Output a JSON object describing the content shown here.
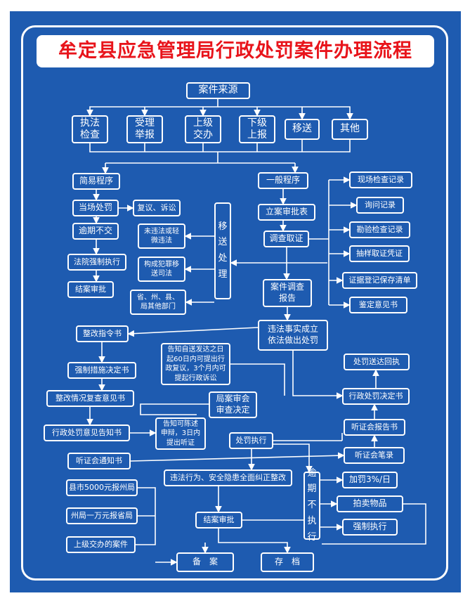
{
  "title": "牟定县应急管理局行政处罚案件办理流程",
  "nodes": {
    "source": "案件来源",
    "src_inspect": "执法\n检查",
    "src_report": "受理\n举报",
    "src_superior": "上级\n交办",
    "src_lower": "下级\n上报",
    "src_transfer": "移送",
    "src_other": "其他",
    "simple": "简易程序",
    "onsite": "当场处罚",
    "review": "复议、诉讼",
    "overdue": "逾期不交",
    "court": "法院强制执行",
    "close_simple": "结案审批",
    "no_violation": "未违法或轻\n微违法",
    "crime": "构成犯罪移\n送司法",
    "other_dept": "省、州、县、\n局其他部门",
    "transfer_handle": "移\n送\n处\n理",
    "general": "一般程序",
    "filing": "立案审批表",
    "investigate": "调查取证",
    "report": "案件调查\n报告",
    "rec_onsite": "现场检查记录",
    "rec_inquiry": "询问记录",
    "rec_survey": "勘验检查记录",
    "rec_sample": "抽样取证凭证",
    "rec_evidence": "证据登记保存清单",
    "rec_appraisal": "鉴定意见书",
    "facts": "违法事实成立\n依法做出处罚",
    "rectify_order": "整改指令书",
    "notice_rights": "告知自送发达之日\n起60日内可提出行\n政复议，3个月内可\n提起行政诉讼",
    "coercive": "强制措施决定书",
    "recheck": "整改情况复查意见书",
    "bureau_review": "局案审会\n审查决定",
    "opinion_notice": "行政处罚意见告知书",
    "statement": "告知可陈述\n申辩，3日内\n提出听证",
    "execute": "处罚执行",
    "hearing_notice": "听证会通知书",
    "receipt": "处罚送达回执",
    "decision": "行政处罚决定书",
    "hearing_report": "听证会报告书",
    "hearing_minutes": "听证会笔录",
    "rectify_all": "违法行为、安全隐患全面纠正整改",
    "overdue_exec": "逾\n期\n不\n执\n行",
    "fine": "加罚3%/日",
    "auction": "拍卖物品",
    "enforce": "强制执行",
    "county": "县市5000元报州局",
    "prefecture": "州局一万元报省局",
    "superior_case": "上级交办的案件",
    "close_final": "结案审批",
    "filing_record": "备　案",
    "archive": "存　档"
  },
  "colors": {
    "board": "#1e5bb0",
    "title_text": "#e8141b",
    "line": "#ffffff"
  }
}
